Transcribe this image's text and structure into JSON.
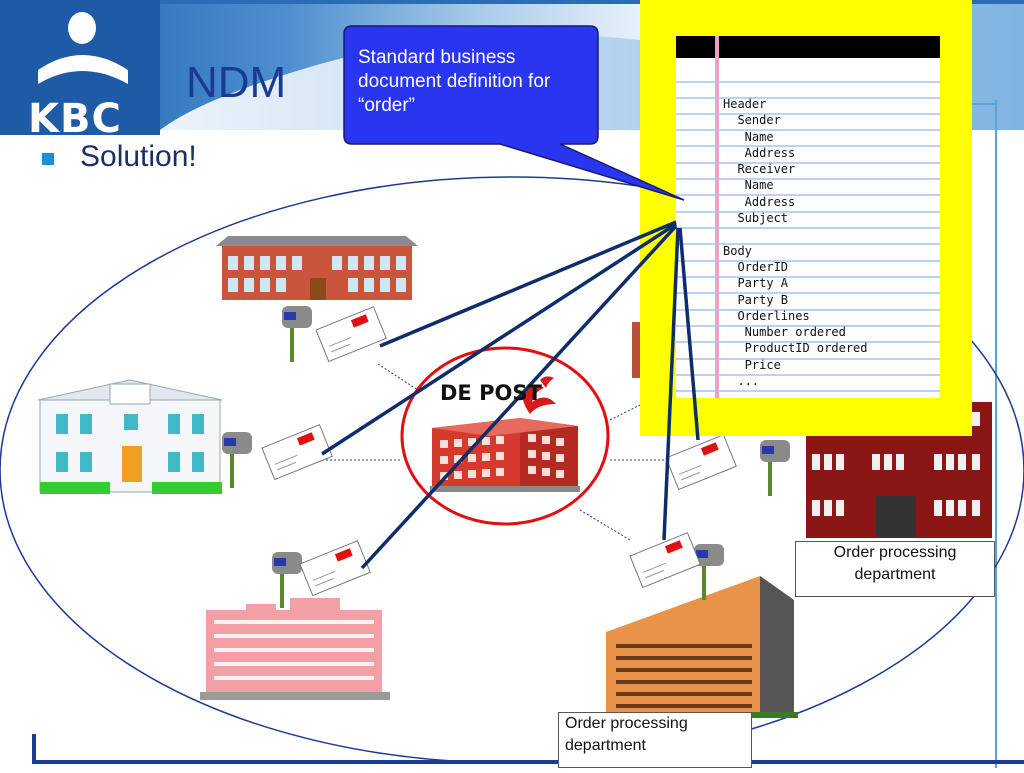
{
  "slide": {
    "title": "NDM",
    "bullet": "Solution!"
  },
  "logo": {
    "text": "KBC",
    "lettering": "KBC"
  },
  "callout": {
    "text": "Standard business document definition for “order”"
  },
  "document": {
    "lines": [
      "Header",
      "  Sender",
      "   Name",
      "   Address",
      "  Receiver",
      "   Name",
      "   Address",
      "  Subject",
      "",
      "Body",
      "  OrderID",
      "  Party A",
      "  Party B",
      "  Orderlines",
      "   Number ordered",
      "   ProductID ordered",
      "   Price",
      "  ..."
    ]
  },
  "post_office": {
    "name": "DE POST"
  },
  "labels": {
    "right": {
      "line1": "Order processing",
      "line2": "department"
    },
    "bottom": {
      "line1": "Order processing",
      "line2": "department"
    }
  },
  "icons": [
    "building-icon",
    "mailbox-icon",
    "envelope-icon",
    "post-logo-icon",
    "kbc-logo"
  ],
  "colors": {
    "title": "#1b3a94",
    "callout_fill": "#2a35f0",
    "highlight_yellow": "#ffff00",
    "link_lines": "#0d2d6b",
    "post_ring": "#e01010",
    "header_gradient": "#1a78c2"
  }
}
